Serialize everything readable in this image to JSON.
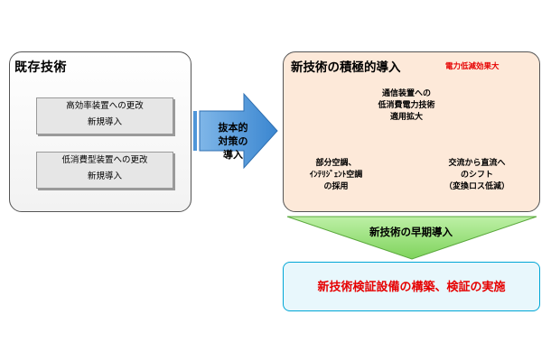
{
  "existing": {
    "title": "既存技術",
    "items": [
      {
        "line1": "高効率装置への更改",
        "line2": "新規導入"
      },
      {
        "line1": "低消費型装置への更改",
        "line2": "新規導入"
      }
    ]
  },
  "arrow": {
    "line1": "抜本的",
    "line2": "対策の",
    "line3": "導入"
  },
  "newtech": {
    "title": "新技術の積極的導入",
    "badge": "電力低減効果大",
    "ovals": [
      {
        "lines": [
          "通信装置への",
          "低消費電力技術",
          "適用拡大"
        ]
      },
      {
        "lines": [
          "部分空調、",
          "ｲﾝﾃﾘｼﾞｪﾝﾄ空調",
          "の採用"
        ]
      },
      {
        "lines": [
          "交流から直流へ",
          "のシフト",
          "（変換ロス低減）"
        ]
      }
    ]
  },
  "early": {
    "label": "新技術の早期導入"
  },
  "verify": {
    "label": "新技術検証設備の構築、検証の実施"
  },
  "colors": {
    "arrow_blue": "#4f96d8",
    "oval_green": "#ccf2cc",
    "ring_blue": "#3333ff",
    "early_green": "#99e07a",
    "accent_red": "#e60000",
    "verify_border": "#00a6d6"
  }
}
